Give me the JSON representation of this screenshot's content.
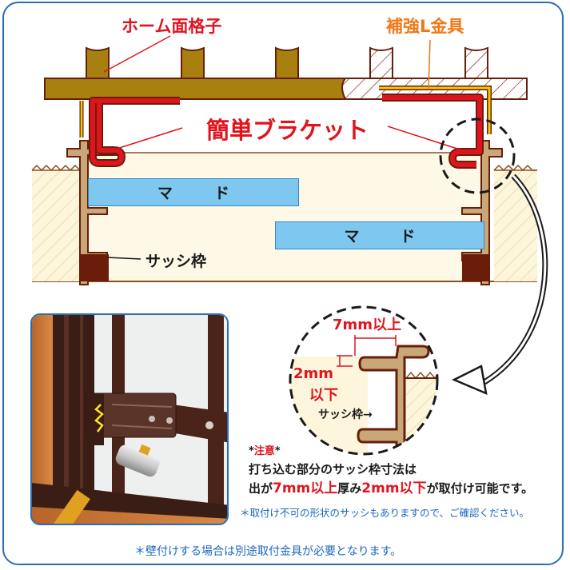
{
  "labels": {
    "home_lattice": "ホーム面格子",
    "reinforce_bracket": "補強L金具",
    "simple_bracket": "簡単ブラケット",
    "sash_frame": "サッシ枠",
    "window_top": [
      "マ",
      "ド"
    ],
    "window_bottom": [
      "マ",
      "ド"
    ]
  },
  "detail": {
    "dim_overhang": "7mm以上",
    "dim_thickness_1": "2mm",
    "dim_thickness_2": "以下",
    "sash_label": "サッシ枠→"
  },
  "notice": {
    "title_prefix": "*",
    "title": "注意",
    "title_suffix": "*",
    "line1": "打ち込む部分のサッシ枠寸法は",
    "line2_a": "出が",
    "line2_b": "7mm以上",
    "line2_c": "厚み",
    "line2_d": "2mm以下",
    "line2_e": "が取付け可能です。",
    "footnote": "＊取付け不可の形状のサッシもありますので、ご確認ください。"
  },
  "bottom_note": "＊壁付けする場合は別途取付金具が必要となります。",
  "colors": {
    "frame_border": "#2a6db5",
    "lattice_wood": "#a8800f",
    "outline": "#6a1e0a",
    "bracket_red": "#e0141e",
    "l_bracket_yellow": "#f5c800",
    "sash_tan": "#c8a878",
    "sash_base": "#6a1e0a",
    "wall_cream": "#fdf6dc",
    "window_blue": "#7ec8f0",
    "note_blue": "#1a66c0"
  }
}
